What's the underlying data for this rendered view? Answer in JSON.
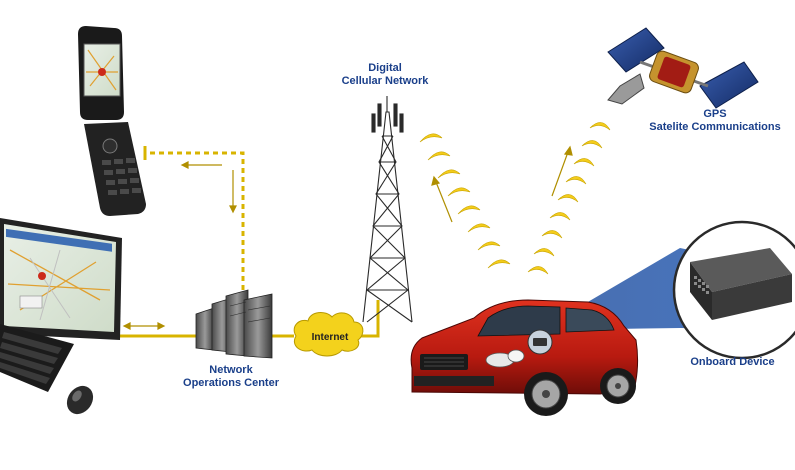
{
  "labels": {
    "cellular": [
      "Digital",
      "Cellular Network"
    ],
    "gps": [
      "GPS",
      "Satelite Communications"
    ],
    "noc": [
      "Network",
      "Operations Center"
    ],
    "internet": "Internet",
    "onboard": "Onboard Device"
  },
  "colors": {
    "label_text": "#1a3f8a",
    "link_line": "#d8b400",
    "cloud_fill": "#f3d21c",
    "signal_arc": "#f4cc1a",
    "car_body": "#c41d12",
    "beam": "#2f5fae"
  },
  "icons": [
    "flip-phone-icon",
    "desktop-computer-icon",
    "keyboard-icon",
    "mouse-icon",
    "server-rack-icon",
    "cell-tower-icon",
    "satellite-icon",
    "car-icon",
    "tracking-device-icon"
  ]
}
